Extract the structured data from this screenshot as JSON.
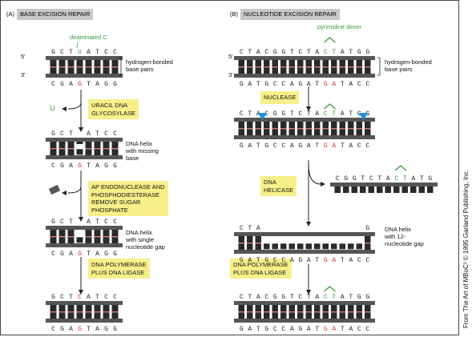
{
  "panels": {
    "a": {
      "title": "(A)",
      "tag": "BASE EXCISION REPAIR",
      "damage_label": "deaminated C",
      "removed_base": "U",
      "strand_5": "5'",
      "strand_3": "3'",
      "pairs_note": "hydrogen-bonded\nbase pairs",
      "rows": [
        {
          "top": "GCTUATCC",
          "bottom": "CGAGTAGG",
          "top_red": [],
          "top_green": [
            3
          ],
          "bottom_red": [
            3
          ]
        },
        {
          "top": "GCT ATCC",
          "bottom": "CGAGTAGG",
          "top_red": [],
          "top_green": [],
          "bottom_red": [
            3
          ]
        },
        {
          "top": "GCT ATCC",
          "bottom": "CGAGTAGG",
          "top_red": [],
          "top_green": [],
          "bottom_red": [
            3
          ]
        },
        {
          "top": "GCTCATCC",
          "bottom": "CGAGTAGG",
          "top_red": [
            3
          ],
          "top_green": [],
          "bottom_red": [
            3
          ]
        }
      ],
      "steps": [
        "URACIL DNA\nGLYCOSYLASE",
        "AP ENDONUCLEASE AND\nPHOSPHODIESTERASE\nREMOVE SUGAR\nPHOSPHATE",
        "DNA POLYMERASE\nPLUS DNA LIGASE"
      ],
      "notes": [
        "DNA helix\nwith missing\nbase",
        "DNA helix\nwith single\nnucleotide gap"
      ]
    },
    "b": {
      "title": "(B)",
      "tag": "NUCLEOTIDE EXCISION REPAIR",
      "damage_label": "pyrimidine dimer",
      "strand_5": "5'",
      "strand_3": "3'",
      "pairs_note": "hydrogen-bonded\nbase pairs",
      "rows": [
        {
          "top": "CTACGGTCTACTATGG",
          "bottom": "GATGCCAGATGATACC",
          "top_green": [
            10,
            11
          ],
          "bottom_red": [
            10,
            11
          ]
        },
        {
          "top": "CTACGGTCTACTATGG",
          "bottom": "GATGCCAGATGATACC",
          "top_green": [
            10,
            11
          ],
          "bottom_red": [
            10,
            11
          ]
        },
        {
          "top": "CTA            G",
          "bottom": "GATGCCAGATGATACC",
          "top_green": [],
          "bottom_red": [
            10,
            11
          ]
        },
        {
          "top": "CTACGGTCTACTATGG",
          "bottom": "GATGCCAGATGATACC",
          "top_green": [
            10,
            11
          ],
          "bottom_red": [
            10,
            11
          ]
        }
      ],
      "fragment": "CGGTCTACTATG",
      "fragment_green": [
        7,
        8
      ],
      "steps": [
        "NUCLEASE",
        "DNA\nHELICASE",
        "DNA POLYMERASE\nPLUS DNA LIGASE"
      ],
      "notes": [
        "DNA helix\nwith 12-\nnucleotide gap"
      ]
    }
  },
  "credit": "From The Art of MBoC³ © 1995 Garland Publishing, Inc.",
  "colors": {
    "backbone": "#555555",
    "base": "#2a2a2a",
    "hbond": "#e07070",
    "label_green": "#3a9a3a",
    "mark_red": "#d4302a",
    "cut": "#1f8fe0",
    "step_fill": "#f7f08a"
  }
}
